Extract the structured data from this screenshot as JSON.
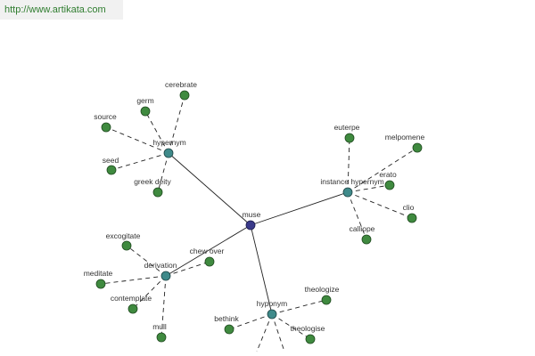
{
  "url": "http://www.artikata.com",
  "center": {
    "label": "muse"
  },
  "groups": [
    {
      "relation": "hypernym",
      "leaves": [
        "cerebrate",
        "germ",
        "source",
        "seed",
        "greek deity"
      ]
    },
    {
      "relation": "instance hypernym",
      "leaves": [
        "euterpe",
        "melpomene",
        "erato",
        "clio",
        "calliope"
      ]
    },
    {
      "relation": "derivation",
      "leaves": [
        "excogitate",
        "chew over",
        "meditate",
        "contemplate",
        "mull"
      ]
    },
    {
      "relation": "hyponym",
      "leaves": [
        "theologize",
        "bethink",
        "theologise"
      ]
    }
  ],
  "colors": {
    "center_node": "#3a3a8a",
    "relation_node": "#3f8a8a",
    "leaf_node": "#3f8a3f",
    "url_text": "#2f7d2f"
  }
}
